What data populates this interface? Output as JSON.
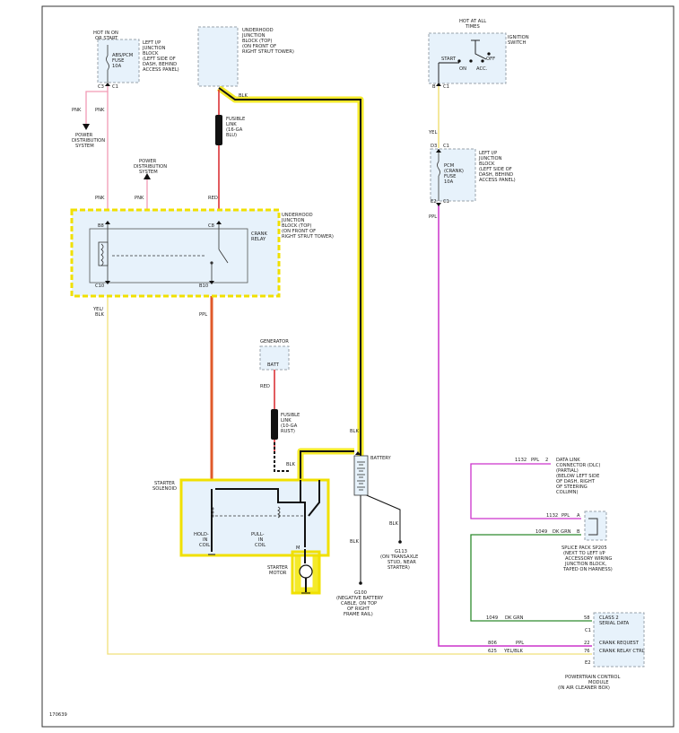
{
  "colors": {
    "pnk": "#f29ab5",
    "red": "#d9252a",
    "yel": "#f0e07a",
    "blk": "#111111",
    "ppl": "#cc33cc",
    "dkgrn": "#2e8b2e",
    "highlight": "#f4ea2a",
    "box_fill": "#e7f2fb"
  },
  "frame_id": "170639",
  "abs_fuse_box": {
    "hot": [
      "HOT IN ON",
      "OR START"
    ],
    "inner": [
      "ABS/PCM",
      "FUSE",
      "10A"
    ],
    "name": [
      "LEFT I/P",
      "JUNCTION",
      "BLOCK",
      "(LEFT SIDE OF",
      "DASH, BEHIND",
      "ACCESS PANEL)"
    ],
    "c3": "C3",
    "c1": "C1"
  },
  "underhood_top": {
    "name": [
      "UNDERHOOD",
      "JUNCTION",
      "BLOCK (TOP)",
      "(ON FRONT OF",
      "RIGHT STRUT TOWER)"
    ]
  },
  "ignition": {
    "hot": [
      "HOT AT ALL",
      "TIMES"
    ],
    "name": [
      "IGNITION",
      "SWITCH"
    ],
    "start": "START",
    "on": "ON",
    "off": "OFF",
    "acc": "ACC.",
    "pin": "B",
    "conn": "C1"
  },
  "wires_top": {
    "pnk1": "PNK",
    "pnk2": "PNK",
    "pnk3": "PNK",
    "pnk4": "PNK",
    "pds1": [
      "POWER",
      "DISTRIBUTION",
      "SYSTEM"
    ],
    "pds2": [
      "POWER",
      "DISTRIBUTION",
      "SYSTEM"
    ],
    "blk": "BLK",
    "red": "RED",
    "yel": "YEL",
    "ppl": "PPL"
  },
  "fusible_link_1": [
    "FUSIBLE",
    "LINK",
    "(16-GA",
    "BLU)"
  ],
  "pcm_fuse": {
    "inner": [
      "PCM",
      "(CRANK)",
      "FUSE",
      "10A"
    ],
    "name": [
      "LEFT I/P",
      "JUNCTION",
      "BLOCK",
      "(LEFT SIDE OF",
      "DASH, BEHIND",
      "ACCESS PANEL)"
    ],
    "d3": "D3",
    "e2": "E2",
    "c1a": "C1",
    "c1b": "C1"
  },
  "crank_relay": {
    "name": [
      "UNDERHOOD",
      "JUNCTION",
      "BLOCK (TOP)",
      "(ON FRONT OF",
      "RIGHT STRUT TOWER)"
    ],
    "relay": [
      "CRANK",
      "RELAY"
    ],
    "b8": "B8",
    "c8": "C8",
    "c10": "C10",
    "b10": "B10"
  },
  "mid_wires": {
    "yel_blk": [
      "YEL/",
      "BLK"
    ],
    "ppl": "PPL",
    "red": "RED",
    "blk": "BLK",
    "blk2": "BLK",
    "blk3": "BLK",
    "blk4": "BLK"
  },
  "generator": {
    "name": "GENERATOR",
    "batt": "BATT"
  },
  "fusible_link_2": [
    "FUSIBLE",
    "LINK",
    "(10-GA",
    "RUST)"
  ],
  "battery": {
    "name": "BATTERY"
  },
  "starter": {
    "solenoid": [
      "STARTER",
      "SOLENOID"
    ],
    "hold": [
      "HOLD-",
      "IN",
      "COIL"
    ],
    "pull": [
      "PULL-",
      "IN",
      "COIL"
    ],
    "motor": [
      "STARTER",
      "MOTOR"
    ],
    "m": "M"
  },
  "grounds": {
    "g100": [
      "G100",
      "(NEGATIVE BATTERY",
      "CABLE, ON TOP",
      "OF RIGHT",
      "FRAME RAIL)"
    ],
    "g113": [
      "G113",
      "(ON TRANSAXLE",
      "STUD, NEAR",
      "STARTER)"
    ]
  },
  "dlc": {
    "circuit": "1132",
    "color": "PPL",
    "pin": "2",
    "name": [
      "DATA LINK",
      "CONNECTOR (DLC)",
      "(PARTIAL)",
      "(BELOW LEFT SIDE",
      "OF DASH, RIGHT",
      "OF STEERING",
      "COLUMN)"
    ]
  },
  "splice": {
    "r1": {
      "circuit": "1132",
      "color": "PPL",
      "pin": "A"
    },
    "r2": {
      "circuit": "1049",
      "color": "DK GRN",
      "pin": "B"
    },
    "name": [
      "SPLICE PACK SP205",
      "(NEXT TO LEFT I/P",
      "ACCESSORY WIRING",
      "JUNCTION BLOCK,",
      "TAPED ON HARNESS)"
    ]
  },
  "pcm": {
    "rows": [
      {
        "circuit": "1049",
        "color": "DK GRN",
        "pin": "58",
        "label": "CLASS 2"
      },
      {
        "circuit": "806",
        "color": "PPL",
        "pin": "22",
        "label": "CRANK REQUEST"
      },
      {
        "circuit": "625",
        "color": "YEL/BLK",
        "pin": "76",
        "label": "CRANK RELAY CTRL"
      }
    ],
    "serial": "SERIAL DATA",
    "c1": "C1",
    "e2": "E2",
    "name": [
      "POWERTRAIN CONTROL",
      "MODULE",
      "(IN AIR CLEANER BOX)"
    ]
  }
}
